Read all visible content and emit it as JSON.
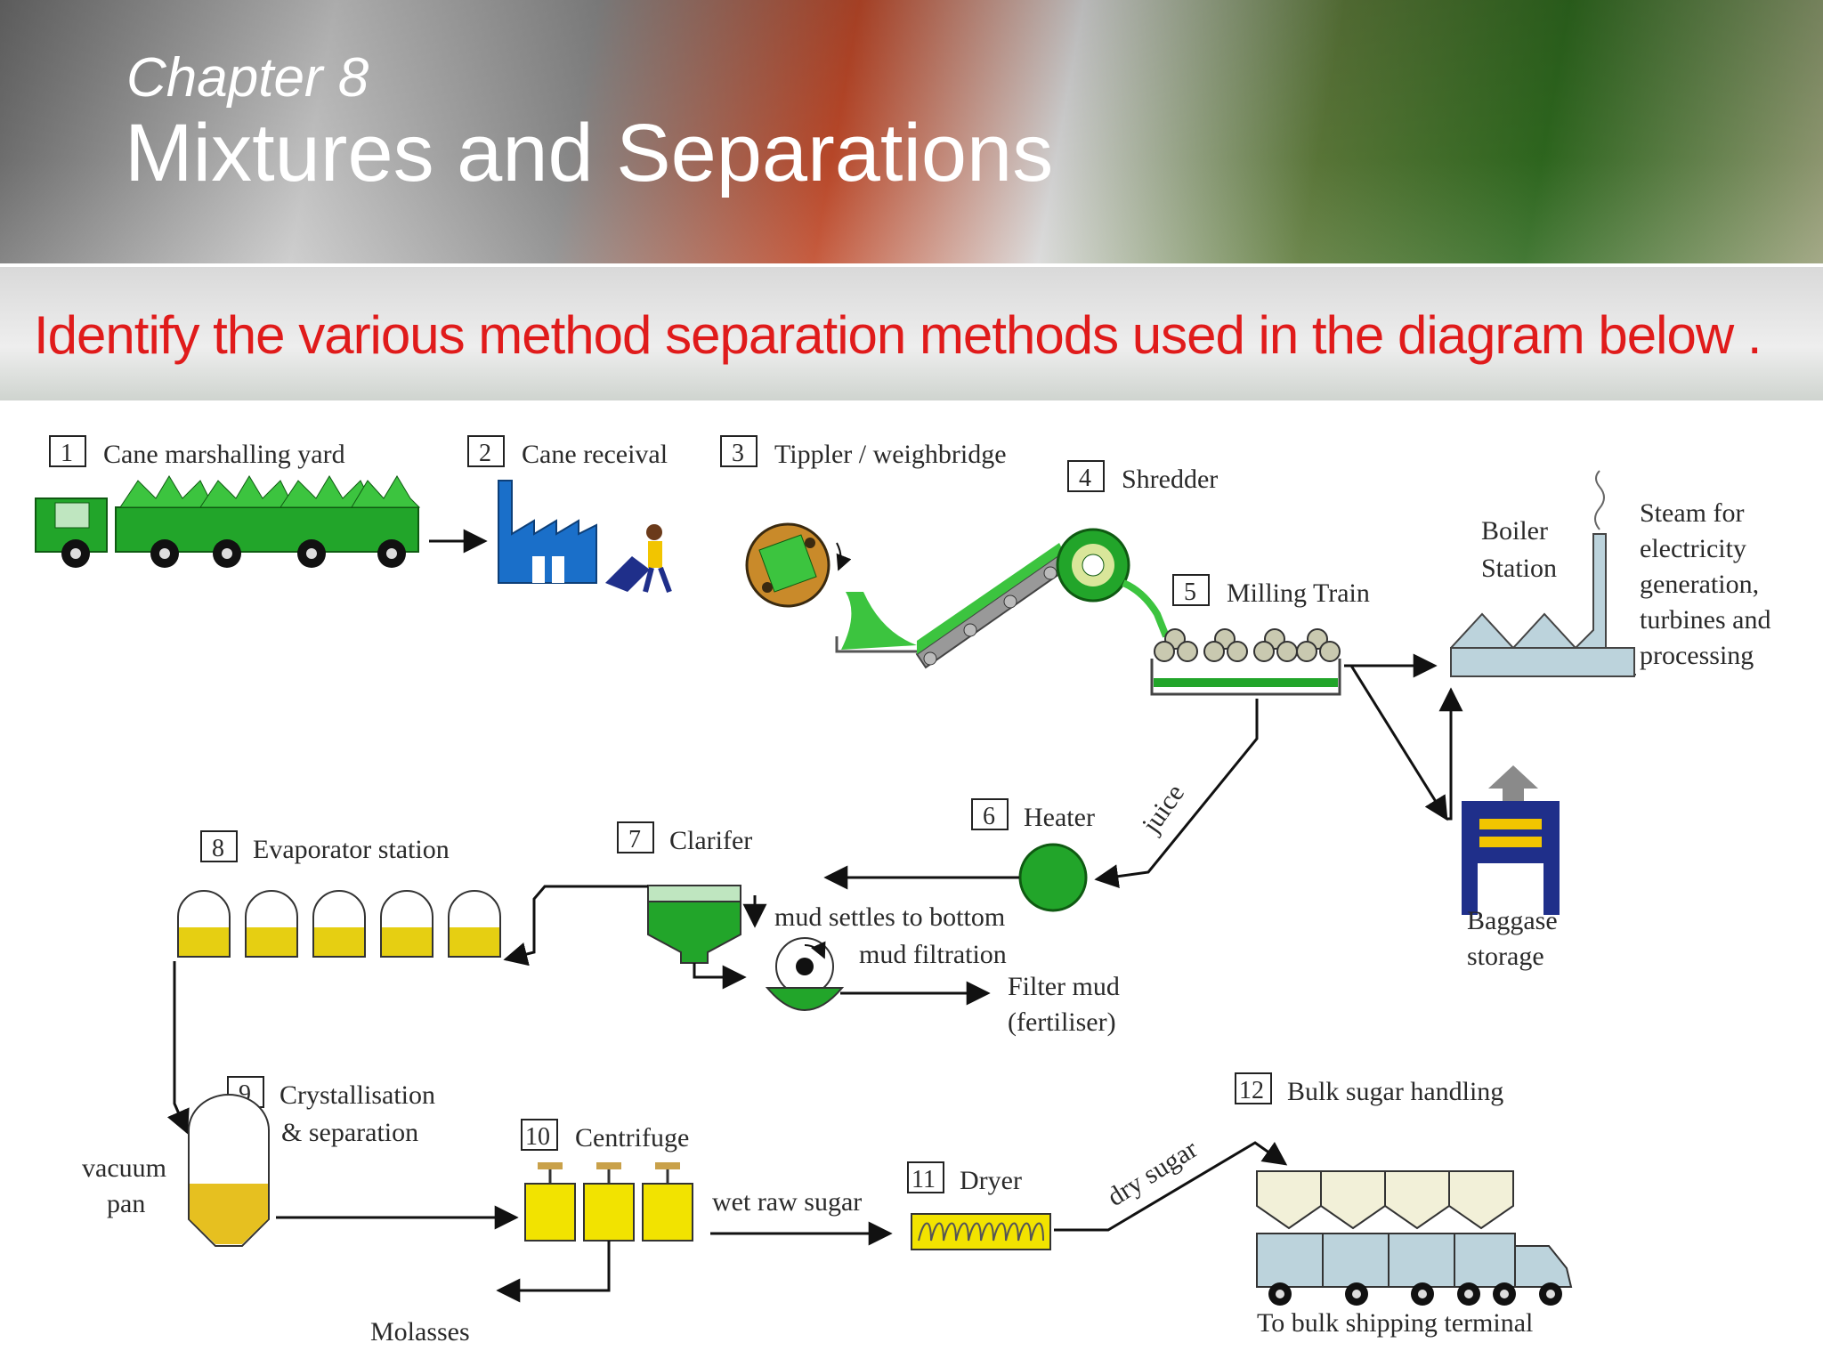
{
  "header": {
    "chapter": "Chapter 8",
    "title": "Mixtures and Separations"
  },
  "question": "Identify the various method separation methods used in the diagram below .",
  "steps": [
    {
      "num": "1",
      "label": "Cane marshalling yard"
    },
    {
      "num": "2",
      "label": "Cane receival"
    },
    {
      "num": "3",
      "label": "Tippler / weighbridge"
    },
    {
      "num": "4",
      "label": "Shredder"
    },
    {
      "num": "5",
      "label": "Milling Train"
    },
    {
      "num": "6",
      "label": "Heater"
    },
    {
      "num": "7",
      "label": "Clarifer"
    },
    {
      "num": "8",
      "label": "Evaporator station"
    },
    {
      "num": "9",
      "label": "Crystallisation"
    },
    {
      "num": "10",
      "label": "Centrifuge"
    },
    {
      "num": "11",
      "label": "Dryer"
    },
    {
      "num": "12",
      "label": "Bulk sugar handling"
    }
  ],
  "labels": {
    "separation": "& separation",
    "boiler_1": "Boiler",
    "boiler_2": "Station",
    "steam_1": "Steam for",
    "steam_2": "electricity",
    "steam_3": "generation,",
    "steam_4": "turbines and",
    "steam_5": "processing",
    "juice": "juice",
    "mud_settles": "mud settles to bottom",
    "mud_filtration": "mud filtration",
    "filter_mud_1": "Filter mud",
    "filter_mud_2": "(fertiliser)",
    "baggase_1": "Baggase",
    "baggase_2": "storage",
    "vacuum_1": "vacuum",
    "vacuum_2": "pan",
    "wet_raw_sugar": "wet raw sugar",
    "dry_sugar": "dry sugar",
    "molasses": "Molasses",
    "shipping": "To bulk shipping terminal"
  },
  "colors": {
    "green": "#22a52a",
    "yellow": "#e6cf12",
    "blue": "#1a6fc9",
    "navy": "#1f2f8a",
    "red_text": "#e01b1b"
  }
}
